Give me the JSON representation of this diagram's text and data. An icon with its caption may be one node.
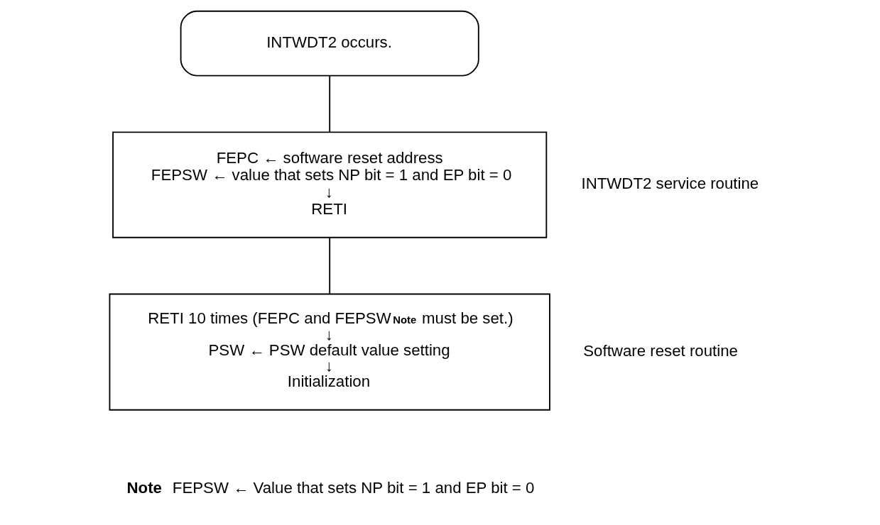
{
  "diagram": {
    "nodes": [
      {
        "text": [
          "INTWDT2 occurs."
        ]
      },
      {
        "text": [
          "FEPC ← software reset address",
          "FEPSW ← value that sets NP bit = 1 and EP bit = 0",
          "↓",
          "RETI"
        ],
        "beside": [
          "INTWDT2 service routine"
        ]
      },
      {
        "text": [
          "RETI 10 times (FEPC and FEPSW$^{Note}$ must be set.)",
          "↓",
          "PSW ← PSW default value setting",
          "↓",
          "Initialization"
        ],
        "beside": [
          "Software reset routine"
        ]
      }
    ],
    "edges": [
      {
        "from": 0,
        "to": 1,
        "arrow": "none"
      },
      {
        "from": 1,
        "to": 2,
        "arrow": "none"
      }
    ],
    "labels": [
      "**Note**   FEPSW ← Value that sets NP bit = 1 and EP bit = 0"
    ]
  }
}
